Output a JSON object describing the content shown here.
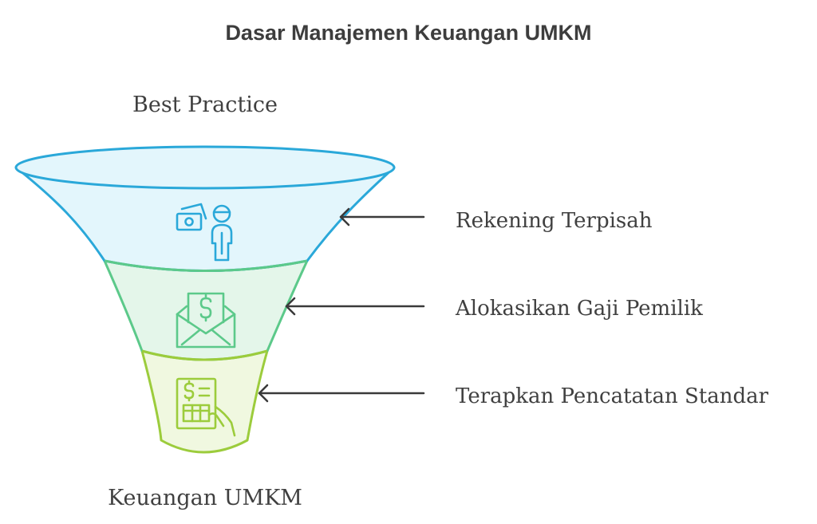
{
  "title": "Dasar Manajemen Keuangan UMKM",
  "top_label": "Best Practice",
  "bottom_label": "Keuangan UMKM",
  "colors": {
    "layer1_stroke": "#2aa8d9",
    "layer1_fill": "#e3f6fc",
    "layer2_stroke": "#5cc98a",
    "layer2_fill": "#e4f6ea",
    "layer3_stroke": "#9ccc3c",
    "layer3_fill": "#f0f8e0",
    "arrow": "#3a3a3a",
    "text": "#404040"
  },
  "steps": [
    {
      "label": "Rekening Terpisah",
      "icon": "money-person-icon"
    },
    {
      "label": "Alokasikan Gaji Pemilik",
      "icon": "salary-envelope-icon"
    },
    {
      "label": "Terapkan Pencatatan Standar",
      "icon": "ledger-document-icon"
    }
  ]
}
